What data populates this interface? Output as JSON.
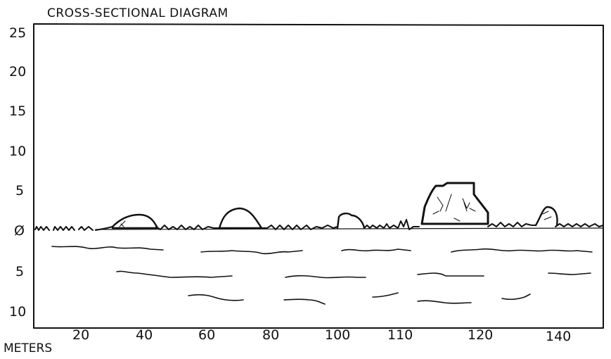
{
  "title": "CROSS-SECTIONAL DIAGRAM",
  "y_axis_ticks": [
    "25",
    "20",
    "15",
    "10",
    "5",
    "Ø",
    "5",
    "10"
  ],
  "x_axis_ticks": [
    "20",
    "40",
    "60",
    "80",
    "100",
    "110",
    "120",
    "140"
  ],
  "x_axis_label": "METERS",
  "features": [
    "mound",
    "mound",
    "mound",
    "flat-topped block",
    "small mound"
  ]
}
